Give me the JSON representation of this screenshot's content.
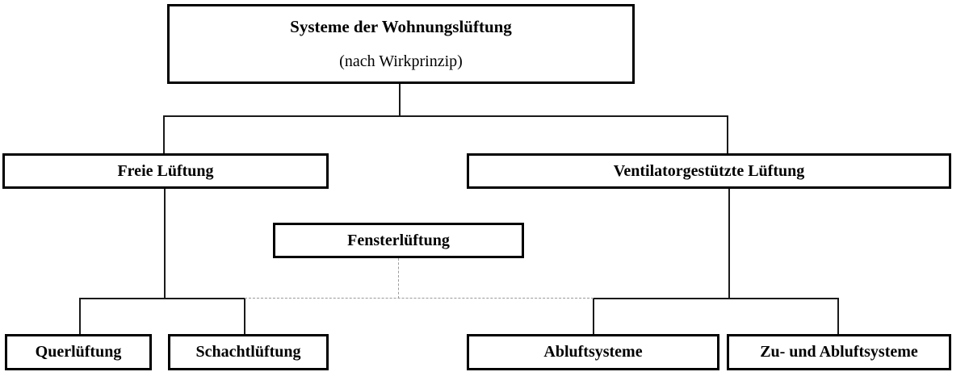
{
  "diagram": {
    "title_main": "Systeme der Wohnungslüftung",
    "title_sub": "(nach Wirkprinzip)",
    "language": "de",
    "type": "hierarchy-tree",
    "colors": {
      "box_border": "#000000",
      "box_fill": "#ffffff",
      "connector_solid": "#1a1a1a",
      "connector_dashed": "#9a9a9a",
      "text": "#000000"
    },
    "nodes": {
      "root": {
        "label_main": "Systeme der Wohnungslüftung",
        "label_sub": "(nach Wirkprinzip)"
      },
      "freie_lueftung": {
        "label": "Freie Lüftung"
      },
      "ventilatorgestuetzte_lueftung": {
        "label": "Ventilatorgestützte Lüftung"
      },
      "fensterlueftung": {
        "label": "Fensterlüftung"
      },
      "querlueftung": {
        "label": "Querlüftung"
      },
      "schachtlueftung": {
        "label": "Schachtlüftung"
      },
      "abluftsysteme": {
        "label": "Abluftsysteme"
      },
      "zu_und_abluftsysteme": {
        "label": "Zu- und Abluftsysteme"
      }
    }
  }
}
